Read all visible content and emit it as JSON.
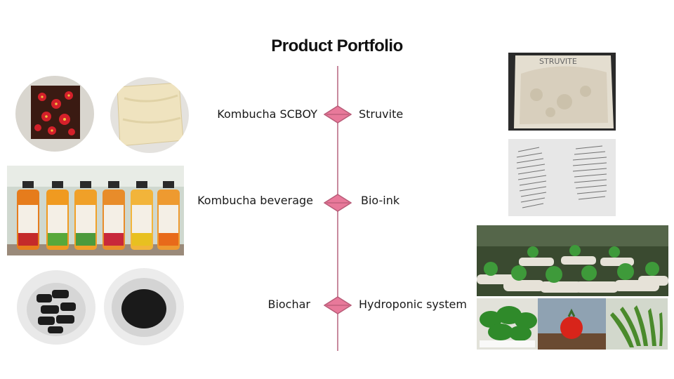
{
  "slide": {
    "title": "Product Portfolio",
    "colors": {
      "accent": "#e8799a",
      "accent_dark": "#b85c78",
      "line": "#c88a9e"
    },
    "items_left": [
      {
        "label": "Kombucha SCBOY"
      },
      {
        "label": "Kombucha beverage"
      },
      {
        "label": "Biochar"
      }
    ],
    "items_right": [
      {
        "label": "Struvite"
      },
      {
        "label": "Bio-ink"
      },
      {
        "label": "Hydroponic system"
      }
    ],
    "photos": {
      "struvite_bag_text": "STRUVITE"
    }
  }
}
